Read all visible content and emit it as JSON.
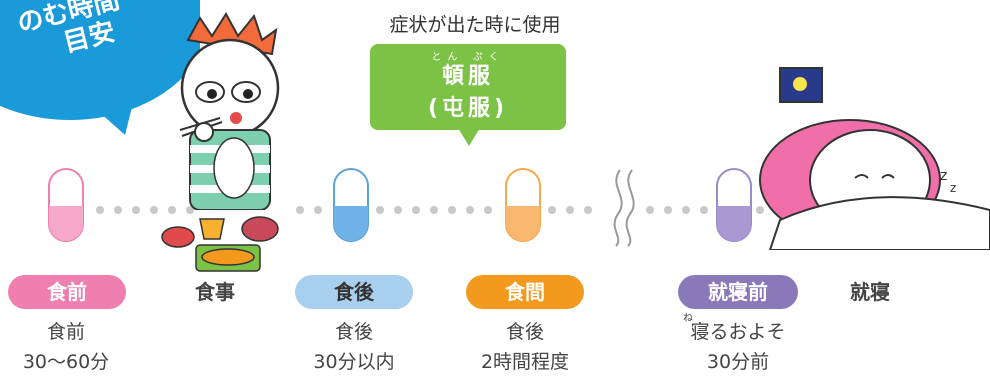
{
  "bubble": {
    "line1": "のむ時間",
    "line2": "目安"
  },
  "note": "症状が出た時に使用",
  "tonpuku": {
    "ruby": "とん ぷく",
    "line1": "頓服",
    "line2": "(屯服)"
  },
  "timeline": [
    {
      "label": "食前",
      "color": "#ef7fae",
      "desc1": "食前",
      "desc2": "30〜60分"
    },
    {
      "label": "食事"
    },
    {
      "label": "食後",
      "color": "#a9cfee",
      "desc1": "食後",
      "desc2": "30分以内"
    },
    {
      "label": "食間",
      "color": "#f39a1e",
      "desc1": "食後",
      "desc2": "2時間程度"
    },
    {
      "label": "就寝前",
      "color": "#8a79b8",
      "ruby": "ね",
      "desc1": "寝るおよそ",
      "desc2": "30分前"
    },
    {
      "label": "就寝"
    }
  ],
  "colors": {
    "bubble": "#1a9ad8",
    "tonpuku": "#7cc246"
  }
}
